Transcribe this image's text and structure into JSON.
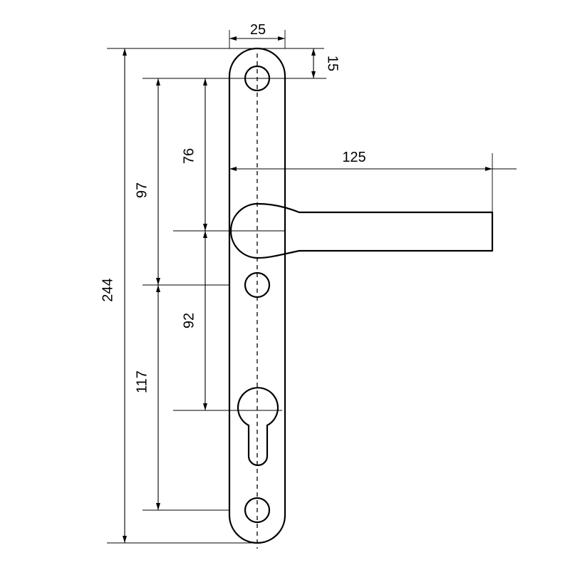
{
  "dimensions": {
    "plate_width": "25",
    "top_hole_offset": "15",
    "lever_length": "125",
    "top_hole_to_handle": "76",
    "top_hole_to_middle_hole": "97",
    "total_height": "244",
    "handle_to_cylinder": "92",
    "middle_hole_to_bottom_hole": "117"
  }
}
